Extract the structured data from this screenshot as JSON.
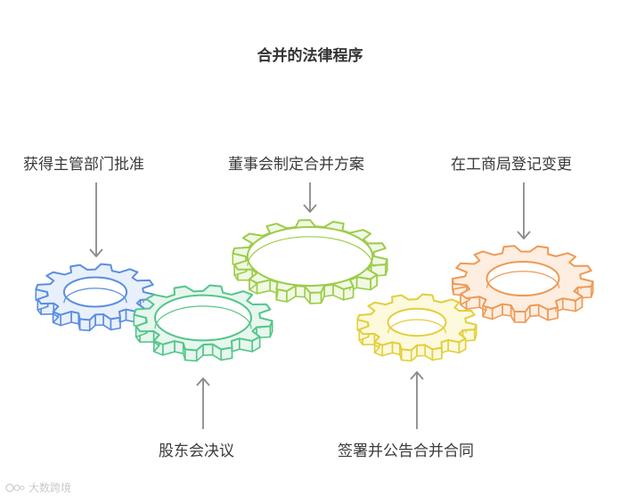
{
  "title": "合并的法律程序",
  "steps": [
    {
      "label": "获得主管部门批准",
      "color": "#5b8ee0",
      "fill": "#e8f0fb"
    },
    {
      "label": "股东会决议",
      "color": "#55c58a",
      "fill": "#e6f7ee"
    },
    {
      "label": "董事会制定合并方案",
      "color": "#9ccc4a",
      "fill": "#f1f9e4"
    },
    {
      "label": "签署并公告合并合同",
      "color": "#e2cf3a",
      "fill": "#fcf9dc"
    },
    {
      "label": "在工商局登记变更",
      "color": "#ee9a55",
      "fill": "#fdeee1"
    }
  ],
  "watermark": "大数跨境",
  "arrow_color": "#8a8a8a"
}
